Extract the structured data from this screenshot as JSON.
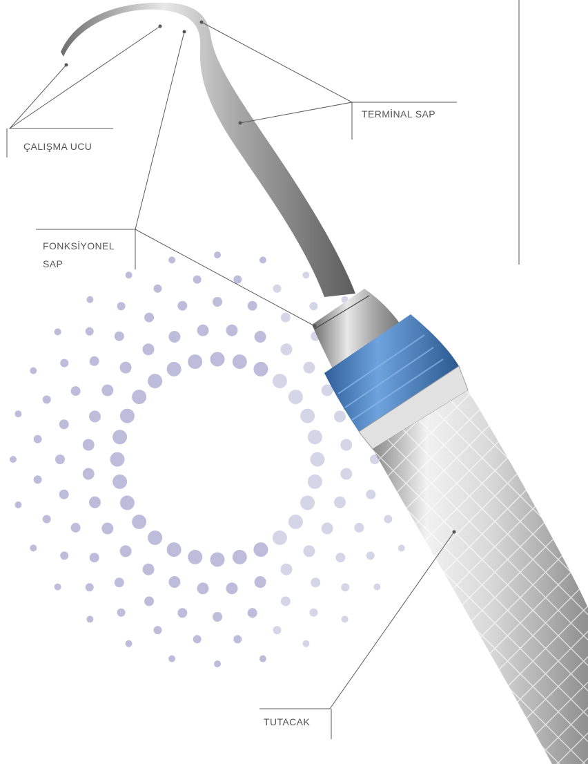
{
  "labels": {
    "working_end": "ÇALIŞMA UCU",
    "terminal_shank": "TERMİNAL SAP",
    "functional_shank_line1": "FONKSİYONEL",
    "functional_shank_line2": "SAP",
    "handle": "TUTACAK"
  },
  "colors": {
    "dots": "#b9b9d9",
    "collar": "#4f86c4",
    "instrument": "#c9c9c9",
    "leader": "#5a5a5a"
  }
}
